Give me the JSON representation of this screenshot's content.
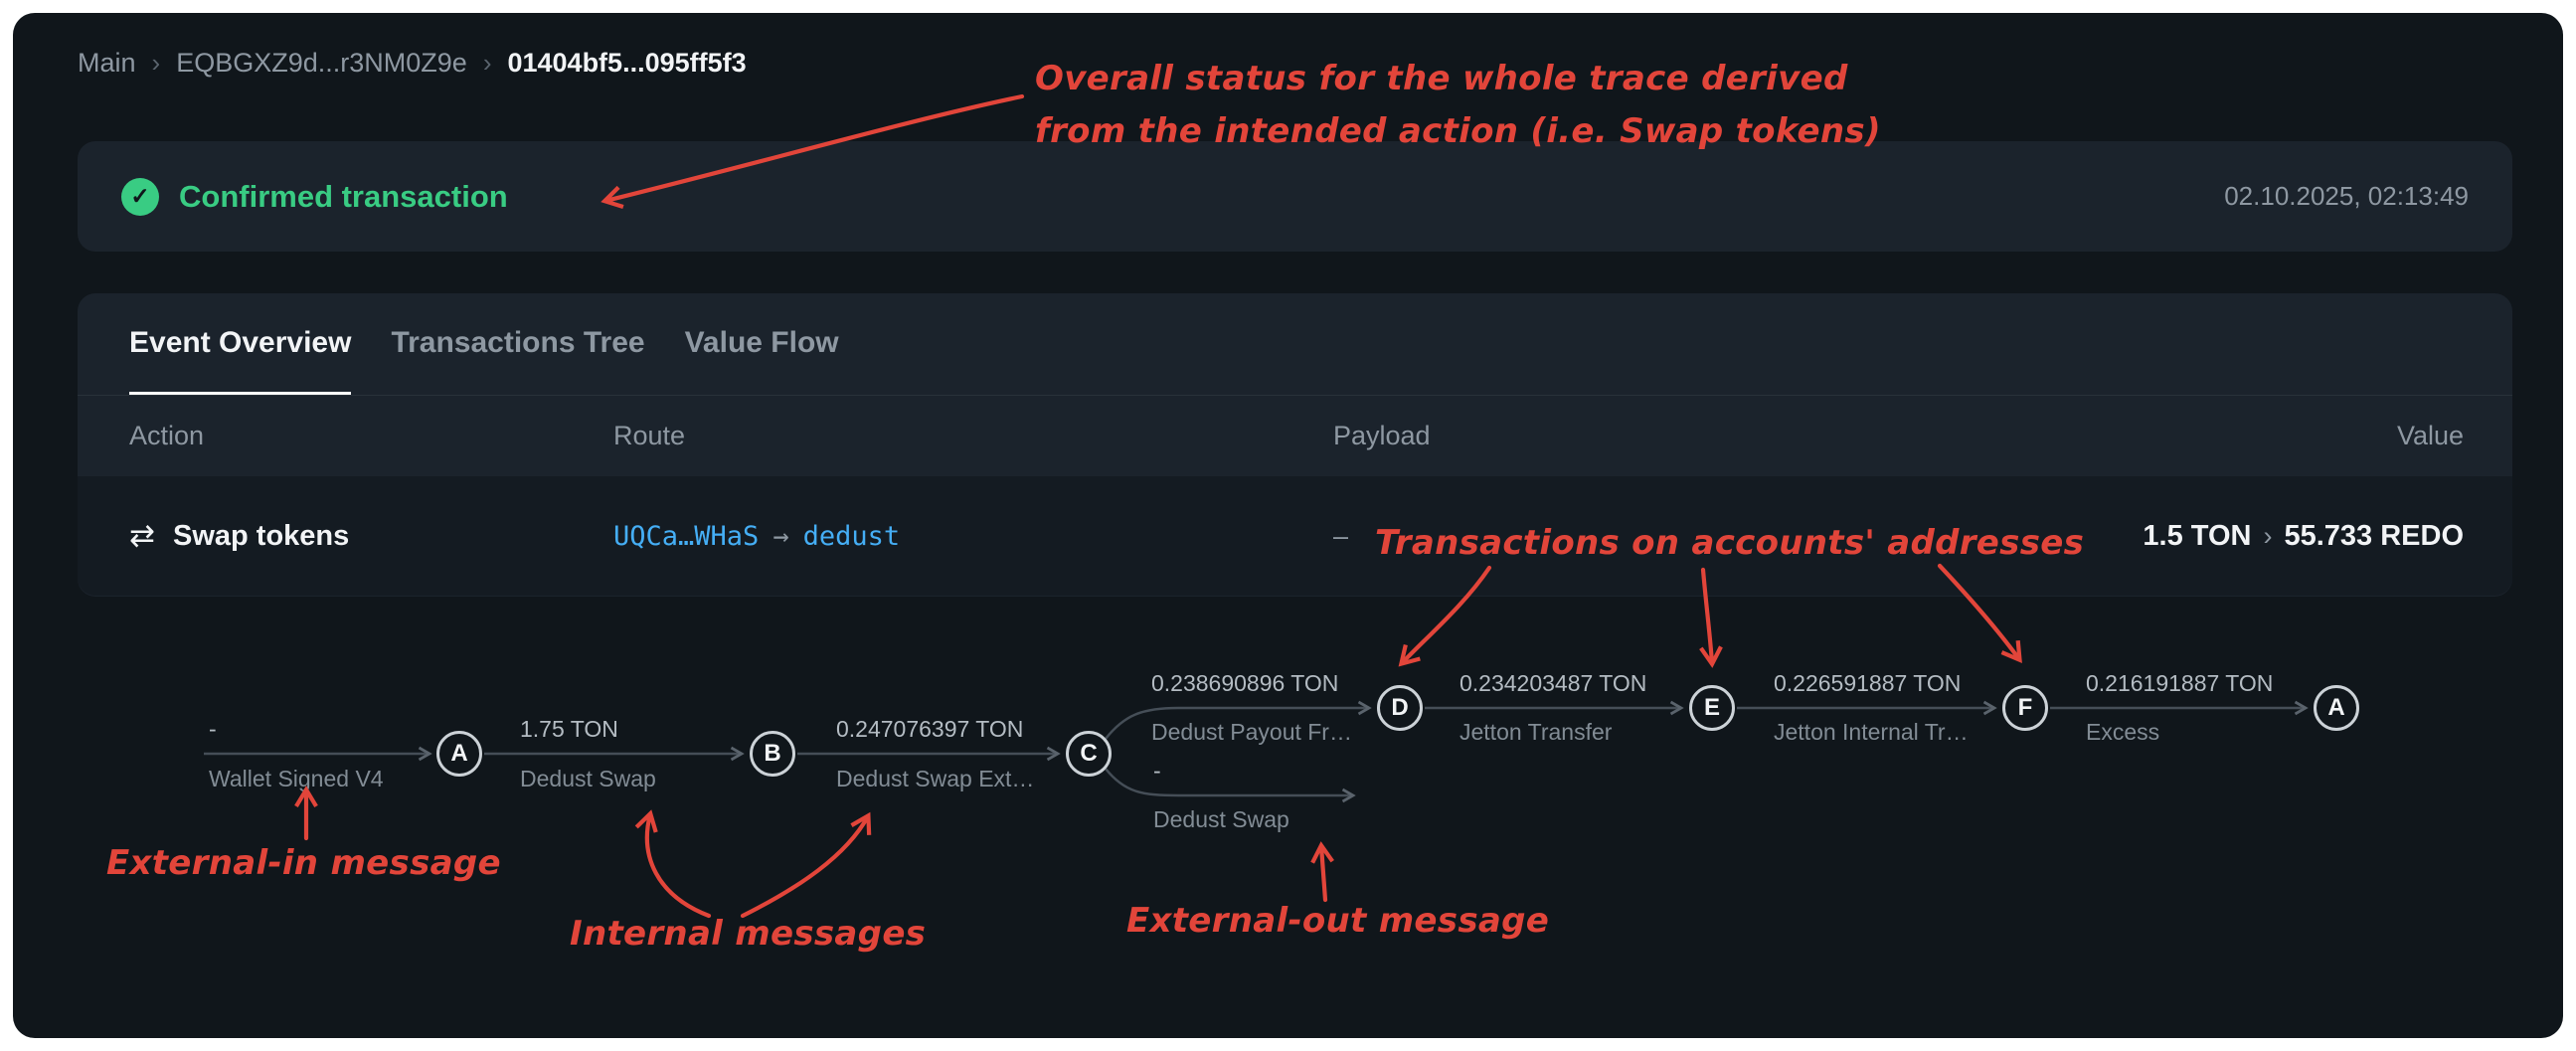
{
  "breadcrumb": {
    "main": "Main",
    "separator": "›",
    "account": "EQBGXZ9d...r3NM0Z9e",
    "transaction": "01404bf5...095ff5f3"
  },
  "status": {
    "label": "Confirmed transaction",
    "timestamp": "02.10.2025, 02:13:49",
    "icon": "check-circle"
  },
  "tabs": [
    {
      "label": "Event Overview",
      "active": true
    },
    {
      "label": "Transactions Tree",
      "active": false
    },
    {
      "label": "Value Flow",
      "active": false
    }
  ],
  "table": {
    "headers": [
      "Action",
      "Route",
      "Payload",
      "Value"
    ],
    "row": {
      "action": "Swap tokens",
      "action_icon": "swap-arrows",
      "route_from": "UQCa…WHaS",
      "route_arrow": "→",
      "route_to": "dedust",
      "payload": "–",
      "value_in": "1.5 TON",
      "value_sep": "›",
      "value_out": "55.733 REDO"
    }
  },
  "trace": {
    "nodes": [
      {
        "label": "A"
      },
      {
        "label": "B"
      },
      {
        "label": "C"
      },
      {
        "label": "D"
      },
      {
        "label": "E"
      },
      {
        "label": "F"
      },
      {
        "label": "A"
      }
    ],
    "edges": [
      {
        "amount": "-",
        "name": "Wallet Signed V4"
      },
      {
        "amount": "1.75 TON",
        "name": "Dedust Swap"
      },
      {
        "amount": "0.247076397 TON",
        "name": "Dedust Swap Ext…"
      },
      {
        "amount": "0.238690896 TON",
        "name": "Dedust Payout Fr…"
      },
      {
        "amount": "-",
        "name": "Dedust Swap"
      },
      {
        "amount": "0.234203487 TON",
        "name": "Jetton Transfer"
      },
      {
        "amount": "0.226591887 TON",
        "name": "Jetton Internal Tr…"
      },
      {
        "amount": "0.216191887 TON",
        "name": "Excess"
      }
    ]
  },
  "annotations": {
    "status_note": [
      "Overall status for the whole trace derived",
      "from the intended action (i.e. Swap tokens)"
    ],
    "accounts_note": "Transactions on accounts' addresses",
    "external_in": "External-in message",
    "internal": "Internal messages",
    "external_out": "External-out message"
  },
  "colors": {
    "success_green": "#39cc83",
    "link_blue": "#45aef5",
    "annotation_red": "#e2453a"
  }
}
